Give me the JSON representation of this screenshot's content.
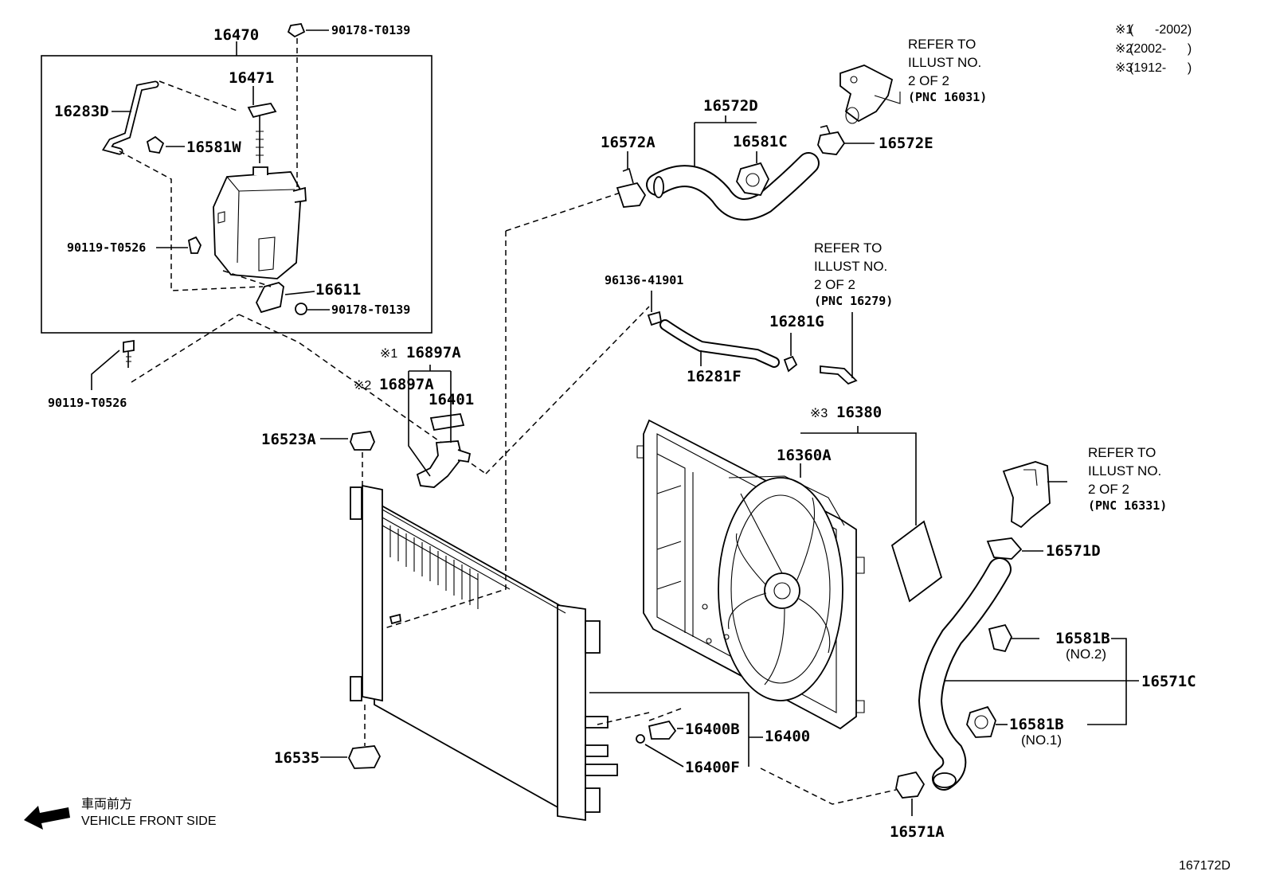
{
  "diagram_id": "167172D",
  "legend_notes": [
    {
      "mark": "※1",
      "text": "(      -2002)"
    },
    {
      "mark": "※2",
      "text": "(2002-      )"
    },
    {
      "mark": "※3",
      "text": "(1912-      )"
    }
  ],
  "direction": {
    "jp": "車両前方",
    "en": "VEHICLE FRONT SIDE"
  },
  "refer_notes": [
    {
      "line1": "REFER TO",
      "line2": "ILLUST NO.",
      "line3": "2 OF 2",
      "line4": "(PNC 16031)"
    },
    {
      "line1": "REFER TO",
      "line2": "ILLUST NO.",
      "line3": "2 OF 2",
      "line4": "(PNC 16279)"
    },
    {
      "line1": "REFER TO",
      "line2": "ILLUST NO.",
      "line3": "2 OF 2",
      "line4": "(PNC 16331)"
    }
  ],
  "parts": {
    "p16470": "16470",
    "p90178a": "90178-T0139",
    "p16471": "16471",
    "p16283D": "16283D",
    "p16581W": "16581W",
    "p90119a": "90119-T0526",
    "p16611": "16611",
    "p90178b": "90178-T0139",
    "p90119b": "90119-T0526",
    "p16897A_1": "16897A",
    "p16897A_2": "16897A",
    "mark1": "※1",
    "mark2": "※2",
    "mark3": "※3",
    "p16401": "16401",
    "p16523A": "16523A",
    "p16535": "16535",
    "p16572D": "16572D",
    "p16572A": "16572A",
    "p16581C": "16581C",
    "p16572E": "16572E",
    "p96136": "96136-41901",
    "p16281G": "16281G",
    "p16281F": "16281F",
    "p16380": "16380",
    "p16360A": "16360A",
    "p16571D": "16571D",
    "p16581B_2": "16581B",
    "no2": "(NO.2)",
    "p16571C": "16571C",
    "p16581B_1": "16581B",
    "no1": "(NO.1)",
    "p16400B": "16400B",
    "p16400": "16400",
    "p16400F": "16400F",
    "p16571A": "16571A"
  }
}
